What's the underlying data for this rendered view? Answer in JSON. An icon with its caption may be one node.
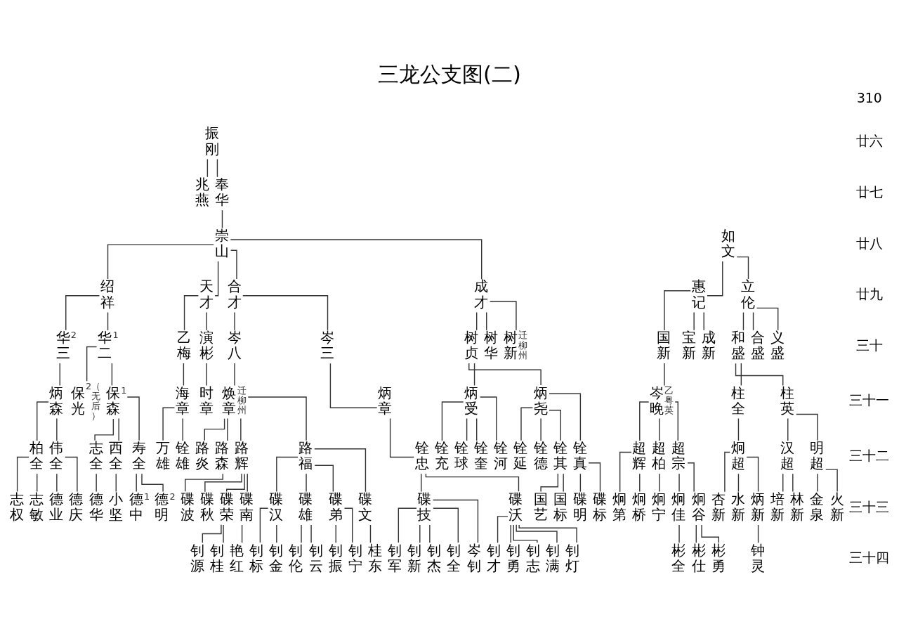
{
  "diagram": {
    "title": "三龙公支图(二)",
    "nodes": [
      {
        "text": [
          "振刚"
        ]
      },
      {
        "text": [
          "兆燕"
        ]
      },
      {
        "text": [
          "奉华"
        ]
      },
      {
        "text": [
          "崇山"
        ]
      },
      {
        "text": [
          "绍祥"
        ]
      },
      {
        "text": [
          "天才"
        ]
      },
      {
        "text": [
          "合才"
        ]
      },
      {
        "text": [
          "成才"
        ]
      },
      {
        "text": [
          "如文"
        ]
      },
      {
        "text": [
          "惠记"
        ]
      },
      {
        "text": [
          "立伦"
        ]
      },
      {
        "text": [
          "华三"
        ],
        "beside": [
          "2"
        ]
      },
      {
        "text": [
          "华二"
        ],
        "beside": [
          "1"
        ]
      },
      {
        "text": [
          "乙梅"
        ]
      },
      {
        "text": [
          "演彬"
        ]
      },
      {
        "text": [
          "岑八"
        ]
      },
      {
        "text": [
          "岑三"
        ]
      },
      {
        "text": [
          "树贞"
        ]
      },
      {
        "text": [
          "树华"
        ]
      },
      {
        "text": [
          "树新"
        ],
        "beside": [
          "迁柳州"
        ]
      },
      {
        "text": [
          "国新"
        ]
      },
      {
        "text": [
          "宝新"
        ]
      },
      {
        "text": [
          "成新"
        ]
      },
      {
        "text": [
          "和盛"
        ]
      },
      {
        "text": [
          "合盛"
        ]
      },
      {
        "text": [
          "义盛"
        ]
      },
      {
        "text": [
          "炳森"
        ]
      },
      {
        "text": [
          "保光"
        ],
        "beside": [
          "2",
          "（无后）"
        ]
      },
      {
        "text": [
          "保森"
        ],
        "beside": [
          "1"
        ]
      },
      {
        "text": [
          "海章"
        ]
      },
      {
        "text": [
          "时章"
        ]
      },
      {
        "text": [
          "焕章"
        ],
        "beside": [
          "迁柳州"
        ]
      },
      {
        "text": [
          "炳章"
        ]
      },
      {
        "text": [
          "炳受"
        ]
      },
      {
        "text": [
          "炳尧"
        ]
      },
      {
        "text": [
          "岑晚"
        ],
        "beside": [
          "乙粤英"
        ]
      },
      {
        "text": [
          "柱全"
        ]
      },
      {
        "text": [
          "柱英"
        ]
      },
      {
        "text": [
          "柏全"
        ]
      },
      {
        "text": [
          "伟全"
        ]
      },
      {
        "text": [
          "志全"
        ]
      },
      {
        "text": [
          "西全"
        ]
      },
      {
        "text": [
          "寿全"
        ]
      },
      {
        "text": [
          "万雄"
        ]
      },
      {
        "text": [
          "铨雄"
        ]
      },
      {
        "text": [
          "路炎"
        ]
      },
      {
        "text": [
          "路森"
        ]
      },
      {
        "text": [
          "路辉"
        ]
      },
      {
        "text": [
          "路福"
        ]
      },
      {
        "text": [
          "铨忠"
        ]
      },
      {
        "text": [
          "铨充"
        ]
      },
      {
        "text": [
          "铨球"
        ]
      },
      {
        "text": [
          "铨奎"
        ]
      },
      {
        "text": [
          "铨河"
        ]
      },
      {
        "text": [
          "铨延"
        ]
      },
      {
        "text": [
          "铨德"
        ]
      },
      {
        "text": [
          "铨其"
        ]
      },
      {
        "text": [
          "铨真"
        ]
      },
      {
        "text": [
          "超辉"
        ]
      },
      {
        "text": [
          "超柏"
        ]
      },
      {
        "text": [
          "超宗"
        ]
      },
      {
        "text": [
          "炯超"
        ]
      },
      {
        "text": [
          "汉超"
        ]
      },
      {
        "text": [
          "明超"
        ]
      },
      {
        "text": [
          "志权"
        ]
      },
      {
        "text": [
          "志敏"
        ]
      },
      {
        "text": [
          "德业"
        ]
      },
      {
        "text": [
          "德庆"
        ]
      },
      {
        "text": [
          "德华"
        ]
      },
      {
        "text": [
          "小坚"
        ]
      },
      {
        "text": [
          "德中"
        ],
        "beside": [
          "1"
        ]
      },
      {
        "text": [
          "德明"
        ],
        "beside": [
          "2"
        ]
      },
      {
        "text": [
          "碟波"
        ]
      },
      {
        "text": [
          "碟秋"
        ]
      },
      {
        "text": [
          "碟荣"
        ]
      },
      {
        "text": [
          "碟南"
        ]
      },
      {
        "text": [
          "碟汉"
        ]
      },
      {
        "text": [
          "碟雄"
        ]
      },
      {
        "text": [
          "碟弟"
        ]
      },
      {
        "text": [
          "碟文"
        ]
      },
      {
        "text": [
          "碟技"
        ]
      },
      {
        "text": [
          "碟沃"
        ]
      },
      {
        "text": [
          "国艺"
        ]
      },
      {
        "text": [
          "国标"
        ]
      },
      {
        "text": [
          "碟明"
        ]
      },
      {
        "text": [
          "碟标"
        ]
      },
      {
        "text": [
          "炯第"
        ]
      },
      {
        "text": [
          "炯桥"
        ]
      },
      {
        "text": [
          "炯宁"
        ]
      },
      {
        "text": [
          "炯佳"
        ]
      },
      {
        "text": [
          "炯谷"
        ]
      },
      {
        "text": [
          "杏新"
        ]
      },
      {
        "text": [
          "水新"
        ]
      },
      {
        "text": [
          "炳新"
        ]
      },
      {
        "text": [
          "培新"
        ]
      },
      {
        "text": [
          "林新"
        ]
      },
      {
        "text": [
          "金泉"
        ]
      },
      {
        "text": [
          "火新"
        ]
      },
      {
        "text": [
          "钊源"
        ]
      },
      {
        "text": [
          "钊桂"
        ]
      },
      {
        "text": [
          "艳红"
        ]
      },
      {
        "text": [
          "钊标"
        ]
      },
      {
        "text": [
          "钊金"
        ]
      },
      {
        "text": [
          "钊伦"
        ]
      },
      {
        "text": [
          "钊云"
        ]
      },
      {
        "text": [
          "钊振"
        ]
      },
      {
        "text": [
          "钊宁"
        ]
      },
      {
        "text": [
          "桂东"
        ]
      },
      {
        "text": [
          "钊军"
        ]
      },
      {
        "text": [
          "钊新"
        ]
      },
      {
        "text": [
          "钊杰"
        ]
      },
      {
        "text": [
          "钊全"
        ]
      },
      {
        "text": [
          "岑钊"
        ]
      },
      {
        "text": [
          "钊才"
        ]
      },
      {
        "text": [
          "钊勇"
        ]
      },
      {
        "text": [
          "钊志"
        ]
      },
      {
        "text": [
          "钊满"
        ]
      },
      {
        "text": [
          "钊灯"
        ]
      },
      {
        "text": [
          "彬全"
        ]
      },
      {
        "text": [
          "彬仕"
        ]
      },
      {
        "text": [
          "彬勇"
        ]
      },
      {
        "text": [
          "钟灵"
        ]
      }
    ],
    "edges": [
      {
        "from": 0,
        "to": 1,
        "arrow": "none"
      },
      {
        "from": 0,
        "to": 2,
        "arrow": "none"
      },
      {
        "from": 2,
        "to": 3,
        "arrow": "none"
      },
      {
        "from": 3,
        "to": 4,
        "arrow": "none"
      },
      {
        "from": 3,
        "to": 5,
        "arrow": "none"
      },
      {
        "from": 3,
        "to": 6,
        "arrow": "none"
      },
      {
        "from": 3,
        "to": 7,
        "arrow": "none"
      },
      {
        "from": 8,
        "to": 9,
        "arrow": "none"
      },
      {
        "from": 8,
        "to": 10,
        "arrow": "none"
      },
      {
        "from": 4,
        "to": 11,
        "arrow": "none"
      },
      {
        "from": 4,
        "to": 12,
        "arrow": "none"
      },
      {
        "from": 5,
        "to": 13,
        "arrow": "none"
      },
      {
        "from": 5,
        "to": 14,
        "arrow": "none"
      },
      {
        "from": 6,
        "to": 15,
        "arrow": "none"
      },
      {
        "from": 6,
        "to": 16,
        "arrow": "none"
      },
      {
        "from": 7,
        "to": 17,
        "arrow": "none"
      },
      {
        "from": 7,
        "to": 18,
        "arrow": "none"
      },
      {
        "from": 7,
        "to": 19,
        "arrow": "none"
      },
      {
        "from": 9,
        "to": 20,
        "arrow": "none"
      },
      {
        "from": 9,
        "to": 21,
        "arrow": "none"
      },
      {
        "from": 9,
        "to": 22,
        "arrow": "none"
      },
      {
        "from": 10,
        "to": 23,
        "arrow": "none"
      },
      {
        "from": 10,
        "to": 24,
        "arrow": "none"
      },
      {
        "from": 10,
        "to": 25,
        "arrow": "none"
      },
      {
        "from": 11,
        "to": 26,
        "arrow": "none"
      },
      {
        "from": 12,
        "to": 27,
        "arrow": "none"
      },
      {
        "from": 12,
        "to": 28,
        "arrow": "none"
      },
      {
        "from": 13,
        "to": 29,
        "arrow": "none"
      },
      {
        "from": 14,
        "to": 30,
        "arrow": "none"
      },
      {
        "from": 15,
        "to": 31,
        "arrow": "none"
      },
      {
        "from": 16,
        "to": 32,
        "arrow": "none"
      },
      {
        "from": 17,
        "to": 33,
        "arrow": "none"
      },
      {
        "from": 17,
        "to": 34,
        "arrow": "none"
      },
      {
        "from": 20,
        "to": 35,
        "arrow": "none"
      },
      {
        "from": 23,
        "to": 36,
        "arrow": "none"
      },
      {
        "from": 23,
        "to": 37,
        "arrow": "none"
      },
      {
        "from": 26,
        "to": 38,
        "arrow": "none"
      },
      {
        "from": 26,
        "to": 39,
        "arrow": "none"
      },
      {
        "from": 28,
        "to": 40,
        "arrow": "none"
      },
      {
        "from": 28,
        "to": 41,
        "arrow": "none"
      },
      {
        "from": 28,
        "to": 42,
        "arrow": "none"
      },
      {
        "from": 29,
        "to": 43,
        "arrow": "none"
      },
      {
        "from": 29,
        "to": 44,
        "arrow": "none"
      },
      {
        "from": 31,
        "to": 45,
        "arrow": "none"
      },
      {
        "from": 31,
        "to": 46,
        "arrow": "none"
      },
      {
        "from": 31,
        "to": 47,
        "arrow": "none"
      },
      {
        "from": 31,
        "to": 48,
        "arrow": "none"
      },
      {
        "from": 32,
        "to": 49,
        "arrow": "none"
      },
      {
        "from": 33,
        "to": 50,
        "arrow": "none"
      },
      {
        "from": 33,
        "to": 51,
        "arrow": "none"
      },
      {
        "from": 33,
        "to": 52,
        "arrow": "none"
      },
      {
        "from": 33,
        "to": 53,
        "arrow": "none"
      },
      {
        "from": 34,
        "to": 54,
        "arrow": "none"
      },
      {
        "from": 34,
        "to": 55,
        "arrow": "none"
      },
      {
        "from": 34,
        "to": 56,
        "arrow": "none"
      },
      {
        "from": 34,
        "to": 57,
        "arrow": "none"
      },
      {
        "from": 35,
        "to": 58,
        "arrow": "none"
      },
      {
        "from": 35,
        "to": 59,
        "arrow": "none"
      },
      {
        "from": 35,
        "to": 60,
        "arrow": "none"
      },
      {
        "from": 36,
        "to": 61,
        "arrow": "none"
      },
      {
        "from": 37,
        "to": 62,
        "arrow": "none"
      },
      {
        "from": 37,
        "to": 63,
        "arrow": "none"
      },
      {
        "from": 38,
        "to": 64,
        "arrow": "none"
      },
      {
        "from": 38,
        "to": 65,
        "arrow": "none"
      },
      {
        "from": 39,
        "to": 66,
        "arrow": "none"
      },
      {
        "from": 39,
        "to": 67,
        "arrow": "none"
      },
      {
        "from": 40,
        "to": 68,
        "arrow": "none"
      },
      {
        "from": 41,
        "to": 69,
        "arrow": "none"
      },
      {
        "from": 42,
        "to": 70,
        "arrow": "none"
      },
      {
        "from": 42,
        "to": 71,
        "arrow": "none"
      },
      {
        "from": 46,
        "to": 72,
        "arrow": "none"
      },
      {
        "from": 47,
        "to": 73,
        "arrow": "none"
      },
      {
        "from": 47,
        "to": 74,
        "arrow": "none"
      },
      {
        "from": 47,
        "to": 75,
        "arrow": "none"
      },
      {
        "from": 48,
        "to": 76,
        "arrow": "none"
      },
      {
        "from": 48,
        "to": 77,
        "arrow": "none"
      },
      {
        "from": 48,
        "to": 78,
        "arrow": "none"
      },
      {
        "from": 48,
        "to": 79,
        "arrow": "none"
      },
      {
        "from": 49,
        "to": 80,
        "arrow": "none"
      },
      {
        "from": 49,
        "to": 81,
        "arrow": "none"
      },
      {
        "from": 56,
        "to": 82,
        "arrow": "none"
      },
      {
        "from": 56,
        "to": 83,
        "arrow": "none"
      },
      {
        "from": 57,
        "to": 84,
        "arrow": "none"
      },
      {
        "from": 57,
        "to": 85,
        "arrow": "none"
      },
      {
        "from": 58,
        "to": 86,
        "arrow": "none"
      },
      {
        "from": 58,
        "to": 87,
        "arrow": "none"
      },
      {
        "from": 59,
        "to": 88,
        "arrow": "none"
      },
      {
        "from": 60,
        "to": 89,
        "arrow": "none"
      },
      {
        "from": 60,
        "to": 90,
        "arrow": "none"
      },
      {
        "from": 61,
        "to": 91,
        "arrow": "none"
      },
      {
        "from": 61,
        "to": 92,
        "arrow": "none"
      },
      {
        "from": 61,
        "to": 93,
        "arrow": "none"
      },
      {
        "from": 62,
        "to": 94,
        "arrow": "none"
      },
      {
        "from": 62,
        "to": 95,
        "arrow": "none"
      },
      {
        "from": 63,
        "to": 96,
        "arrow": "none"
      },
      {
        "from": 63,
        "to": 97,
        "arrow": "none"
      },
      {
        "from": 74,
        "to": 98,
        "arrow": "none"
      },
      {
        "from": 74,
        "to": 99,
        "arrow": "none"
      },
      {
        "from": 75,
        "to": 100,
        "arrow": "none"
      },
      {
        "from": 76,
        "to": 101,
        "arrow": "none"
      },
      {
        "from": 76,
        "to": 102,
        "arrow": "none"
      },
      {
        "from": 77,
        "to": 103,
        "arrow": "none"
      },
      {
        "from": 77,
        "to": 104,
        "arrow": "none"
      },
      {
        "from": 78,
        "to": 105,
        "arrow": "none"
      },
      {
        "from": 78,
        "to": 106,
        "arrow": "none"
      },
      {
        "from": 79,
        "to": 107,
        "arrow": "none"
      },
      {
        "from": 80,
        "to": 108,
        "arrow": "none"
      },
      {
        "from": 80,
        "to": 109,
        "arrow": "none"
      },
      {
        "from": 80,
        "to": 110,
        "arrow": "none"
      },
      {
        "from": 80,
        "to": 111,
        "arrow": "none"
      },
      {
        "from": 80,
        "to": 112,
        "arrow": "none"
      },
      {
        "from": 81,
        "to": 113,
        "arrow": "none"
      },
      {
        "from": 81,
        "to": 114,
        "arrow": "none"
      },
      {
        "from": 81,
        "to": 115,
        "arrow": "none"
      },
      {
        "from": 81,
        "to": 116,
        "arrow": "none"
      },
      {
        "from": 81,
        "to": 117,
        "arrow": "none"
      },
      {
        "from": 89,
        "to": 118,
        "arrow": "none"
      },
      {
        "from": 90,
        "to": 119,
        "arrow": "none"
      },
      {
        "from": 90,
        "to": 120,
        "arrow": "none"
      },
      {
        "from": 93,
        "to": 121,
        "arrow": "none"
      }
    ],
    "labels": [
      "310",
      "廿六",
      "廿七",
      "廿八",
      "廿九",
      "三十",
      "三十一",
      "三十二",
      "三十三",
      "三十四"
    ]
  }
}
